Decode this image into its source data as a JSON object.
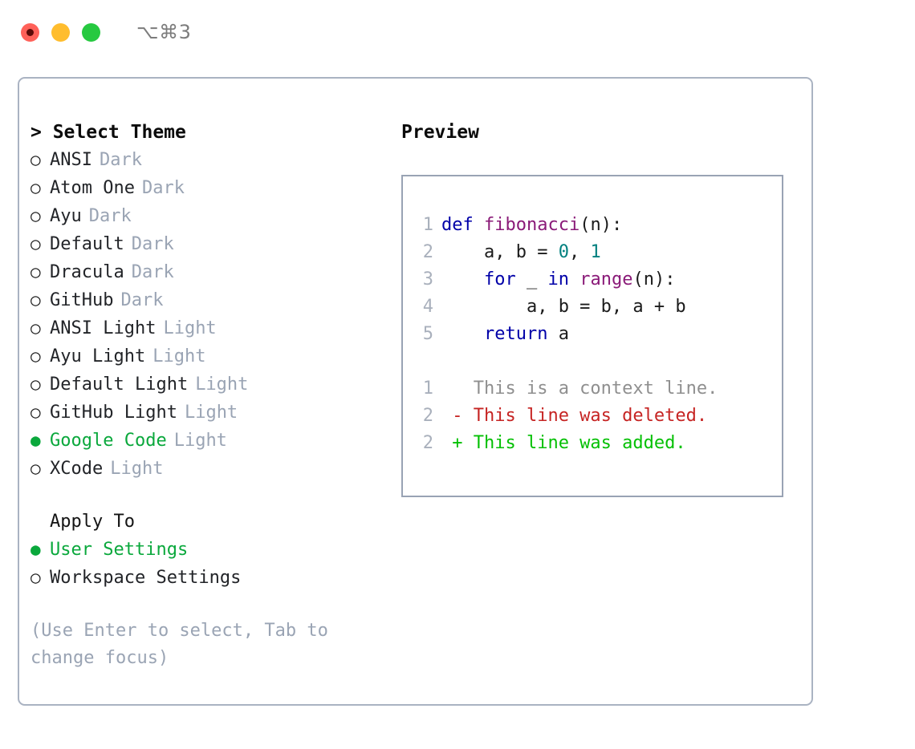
{
  "window": {
    "title": "⌥⌘3",
    "controls": [
      {
        "name": "close",
        "color": "#ff6159"
      },
      {
        "name": "minimize",
        "color": "#ffbd2e"
      },
      {
        "name": "maximize",
        "color": "#26c940"
      }
    ]
  },
  "theme_picker": {
    "header": "> Select Theme",
    "selected_marker": "●",
    "unselected_marker": "○",
    "items": [
      {
        "label": "ANSI",
        "tag": "Dark",
        "selected": false
      },
      {
        "label": "Atom One",
        "tag": "Dark",
        "selected": false
      },
      {
        "label": "Ayu",
        "tag": "Dark",
        "selected": false
      },
      {
        "label": "Default",
        "tag": "Dark",
        "selected": false
      },
      {
        "label": "Dracula",
        "tag": "Dark",
        "selected": false
      },
      {
        "label": "GitHub",
        "tag": "Dark",
        "selected": false
      },
      {
        "label": "ANSI Light",
        "tag": "Light",
        "selected": false
      },
      {
        "label": "Ayu Light",
        "tag": "Light",
        "selected": false
      },
      {
        "label": "Default Light",
        "tag": "Light",
        "selected": false
      },
      {
        "label": "GitHub Light",
        "tag": "Light",
        "selected": false
      },
      {
        "label": "Google Code",
        "tag": "Light",
        "selected": true
      },
      {
        "label": "XCode",
        "tag": "Light",
        "selected": false
      }
    ]
  },
  "apply_to": {
    "header": "Apply To",
    "items": [
      {
        "label": "User Settings",
        "selected": true
      },
      {
        "label": "Workspace Settings",
        "selected": false
      }
    ]
  },
  "hint": "(Use Enter to select, Tab to change focus)",
  "preview": {
    "title": "Preview",
    "code_lines": [
      {
        "lineno": "1",
        "tokens": [
          {
            "t": "def ",
            "c": "kw"
          },
          {
            "t": "fibonacci",
            "c": "fn"
          },
          {
            "t": "(n):",
            "c": "plain"
          }
        ]
      },
      {
        "lineno": "2",
        "tokens": [
          {
            "t": "    a, b = ",
            "c": "plain"
          },
          {
            "t": "0",
            "c": "num"
          },
          {
            "t": ", ",
            "c": "plain"
          },
          {
            "t": "1",
            "c": "num"
          }
        ]
      },
      {
        "lineno": "3",
        "tokens": [
          {
            "t": "    ",
            "c": "plain"
          },
          {
            "t": "for",
            "c": "kw"
          },
          {
            "t": " _ ",
            "c": "plain"
          },
          {
            "t": "in",
            "c": "kw"
          },
          {
            "t": " ",
            "c": "plain"
          },
          {
            "t": "range",
            "c": "fn"
          },
          {
            "t": "(n):",
            "c": "plain"
          }
        ]
      },
      {
        "lineno": "4",
        "tokens": [
          {
            "t": "        a, b = b, a + b",
            "c": "plain"
          }
        ]
      },
      {
        "lineno": "5",
        "tokens": [
          {
            "t": "    ",
            "c": "plain"
          },
          {
            "t": "return",
            "c": "kw"
          },
          {
            "t": " a",
            "c": "plain"
          }
        ]
      }
    ],
    "diff_lines": [
      {
        "lineno": "1",
        "tokens": [
          {
            "t": "   This is a context line.",
            "c": "ctx"
          }
        ]
      },
      {
        "lineno": "2",
        "tokens": [
          {
            "t": " - This line was deleted.",
            "c": "del"
          }
        ]
      },
      {
        "lineno": "2",
        "tokens": [
          {
            "t": " + This line was added.",
            "c": "add"
          }
        ]
      }
    ]
  },
  "colors": {
    "accent_green": "#0aa83c",
    "muted": "#9aa4b4",
    "keyword": "#0000a8",
    "function": "#8a1a78",
    "number": "#00807f",
    "diff_delete": "#c62423",
    "diff_add": "#04c004",
    "border": "#aab3c2"
  }
}
